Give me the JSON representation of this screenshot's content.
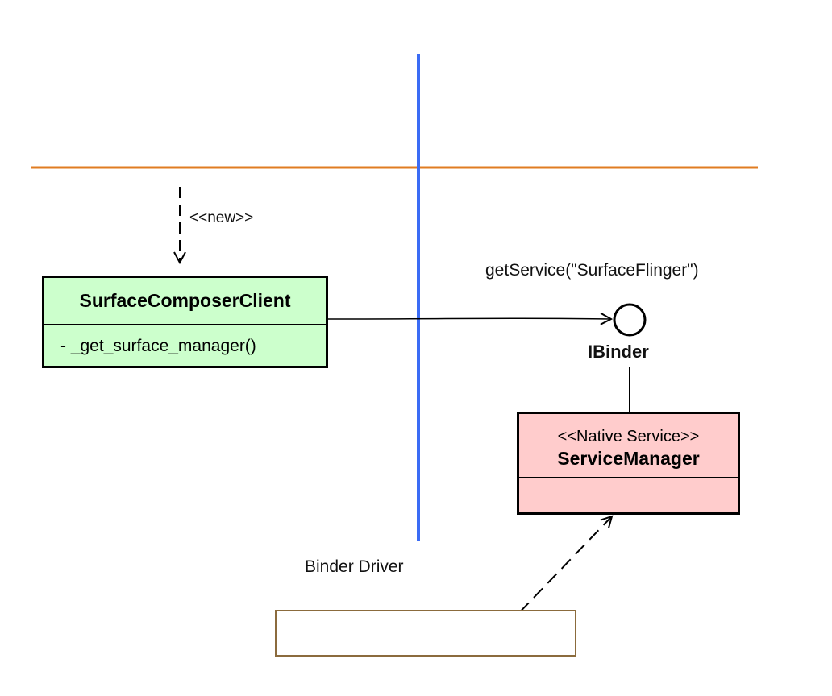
{
  "diagram": {
    "new_stereotype": "<<new>>",
    "call_label": "getService(\"SurfaceFlinger\")",
    "interface_name": "IBinder",
    "binder_driver_label": "Binder Driver",
    "classes": {
      "surface_composer_client": {
        "name": "SurfaceComposerClient",
        "operation": "- _get_surface_manager()",
        "fill": "#ccffcc"
      },
      "service_manager": {
        "stereotype": "<<Native Service>>",
        "name": "ServiceManager",
        "fill": "#ffcccc"
      }
    },
    "colors": {
      "horizontal_boundary": "#e07c22",
      "vertical_boundary": "#3b6cf5",
      "driver_box_border": "#8b6b3d"
    }
  }
}
